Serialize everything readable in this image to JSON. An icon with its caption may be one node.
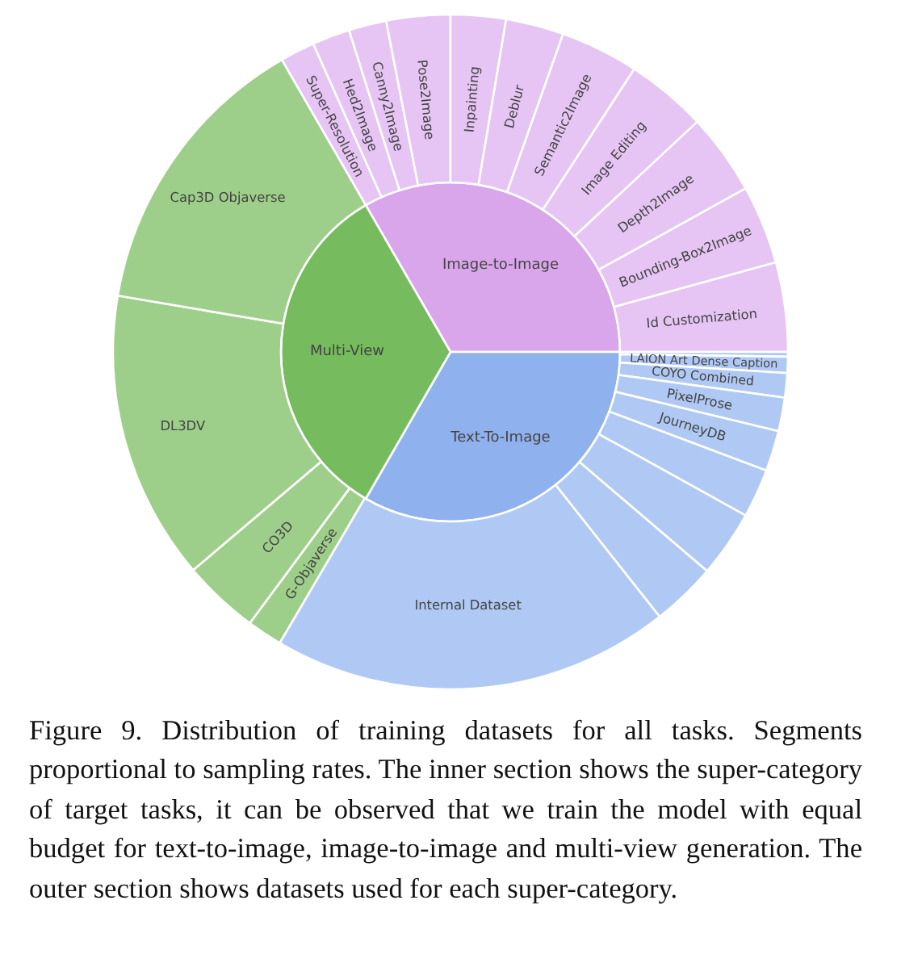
{
  "diagram": {
    "caption": "Figure 9. Distribution of training datasets for all tasks. Segments proportional to sampling rates. The inner section shows the super-category of target tasks, it can be observed that we train the model with equal budget for text-to-image, image-to-image and multi-view generation. The outer section shows datasets used for each super-category.",
    "nodes": [
      {
        "text": [
          "Image-to-Image"
        ]
      },
      {
        "text": [
          "Super-Resolution"
        ]
      },
      {
        "text": [
          "Hed2Image"
        ]
      },
      {
        "text": [
          "Canny2Image"
        ]
      },
      {
        "text": [
          "Pose2Image"
        ]
      },
      {
        "text": [
          "Inpainting"
        ]
      },
      {
        "text": [
          "Deblur"
        ]
      },
      {
        "text": [
          "Semantic2Image"
        ]
      },
      {
        "text": [
          "Image Editing"
        ]
      },
      {
        "text": [
          "Depth2Image"
        ]
      },
      {
        "text": [
          "Bounding-Box2Image"
        ]
      },
      {
        "text": [
          "Id Customization"
        ]
      },
      {
        "text": [
          "Text-To-Image"
        ]
      },
      {
        "text": [],
        "shape": "wedge"
      },
      {
        "text": [
          "LAION Art Dense Caption"
        ]
      },
      {
        "text": [
          "COYO Combined"
        ]
      },
      {
        "text": [
          "PixelProse"
        ]
      },
      {
        "text": [
          "JourneyDB"
        ]
      },
      {
        "text": [],
        "shape": "wedge"
      },
      {
        "text": [],
        "shape": "wedge"
      },
      {
        "text": [],
        "shape": "wedge"
      },
      {
        "text": [
          "Internal Dataset"
        ]
      },
      {
        "text": [
          "Multi-View"
        ]
      },
      {
        "text": [
          "G-Objaverse"
        ]
      },
      {
        "text": [
          "CO3D"
        ]
      },
      {
        "text": [
          "DL3DV"
        ]
      },
      {
        "text": [
          "Cap3D Objaverse"
        ]
      }
    ]
  }
}
